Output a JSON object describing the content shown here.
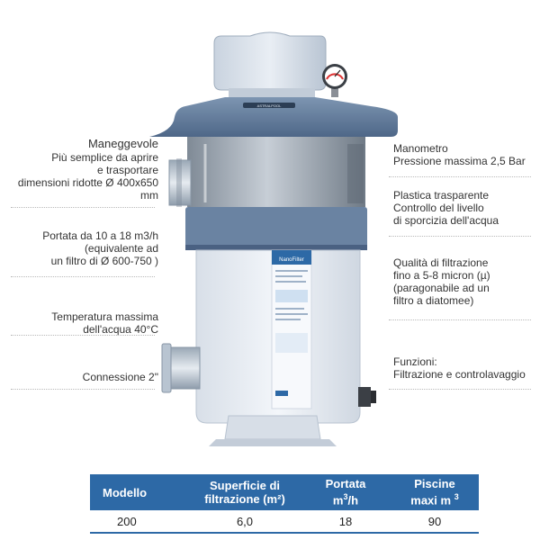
{
  "callouts_left": [
    {
      "title": "Maneggevole",
      "lines": [
        "Più semplice da aprire",
        "e trasportare",
        "dimensioni ridotte Ø 400x650 mm"
      ]
    },
    {
      "lines": [
        "Portata da 10 a 18 m3/h",
        "(equivalente ad",
        "un filtro di  Ø 600-750 )"
      ]
    },
    {
      "lines": [
        "Temperatura massima",
        "dell'acqua  40°C"
      ]
    },
    {
      "lines": [
        "Connessione 2\""
      ]
    }
  ],
  "callouts_right": [
    {
      "lines": [
        "Manometro",
        "Pressione massima 2,5 Bar"
      ]
    },
    {
      "lines": [
        "Plastica trasparente",
        "Controllo del livello",
        "di sporcizia dell'acqua"
      ]
    },
    {
      "lines": [
        "Qualità di filtrazione",
        "fino a 5-8 micron (µ)",
        "(paragonabile ad un",
        "filtro a diatomee)"
      ]
    },
    {
      "lines": [
        "Funzioni:",
        "Filtrazione e controlavaggio"
      ]
    }
  ],
  "table": {
    "headers": [
      {
        "label": "Modello",
        "sup": ""
      },
      {
        "label": "Superficie di",
        "label2": "filtrazione (m²)"
      },
      {
        "label": "Portata",
        "label2": "m",
        "sup2": "3",
        "tail2": "/h"
      },
      {
        "label": "Piscine",
        "label2": "maxi m",
        "sup2": "3"
      }
    ],
    "row": [
      "200",
      "6,0",
      "18",
      "90"
    ]
  },
  "product": {
    "brand_label": "ASTRALPOOL",
    "panel_title": "NanoFilter",
    "colors": {
      "blue_grey": "#5f7a9a",
      "body": "#e6ebf2",
      "accent": "#2d69a6"
    }
  }
}
